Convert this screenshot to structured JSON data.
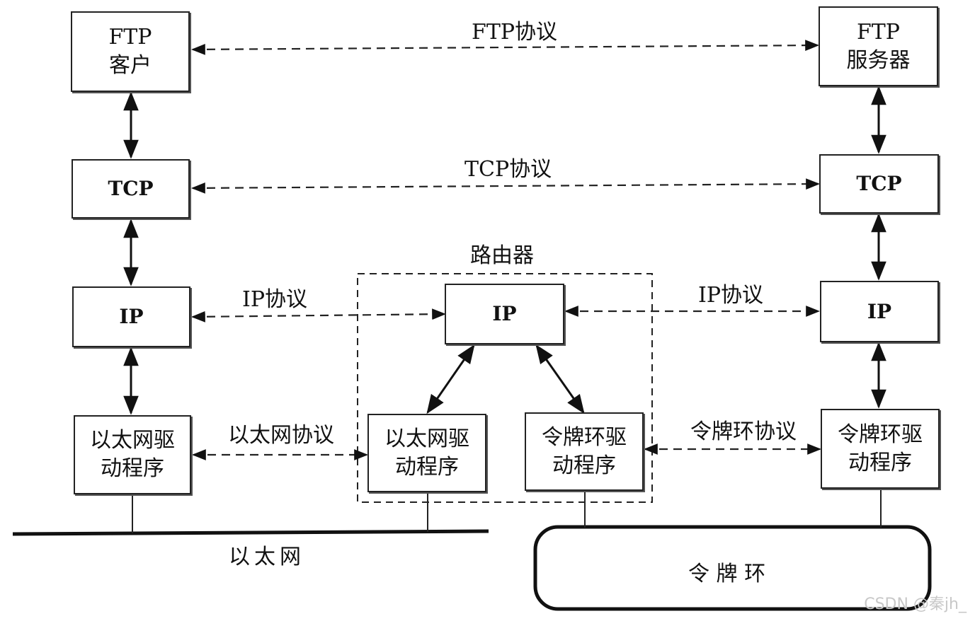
{
  "nodes": {
    "ftp_client": [
      "FTP",
      "客户"
    ],
    "ftp_server": [
      "FTP",
      "服务器"
    ],
    "tcp_left": "TCP",
    "tcp_right": "TCP",
    "ip_left": "IP",
    "ip_router": "IP",
    "ip_right": "IP",
    "eth_driver_left": [
      "以太网驱",
      "动程序"
    ],
    "eth_driver_router": [
      "以太网驱",
      "动程序"
    ],
    "token_driver_router": [
      "令牌环驱",
      "动程序"
    ],
    "token_driver_right": [
      "令牌环驱",
      "动程序"
    ]
  },
  "labels": {
    "ftp_protocol": "FTP协议",
    "tcp_protocol": "TCP协议",
    "router": "路由器",
    "ip_protocol_left": "IP协议",
    "ip_protocol_right": "IP协议",
    "ethernet_protocol": "以太网协议",
    "token_ring_protocol": "令牌环协议",
    "ethernet": "以太网",
    "token_ring": "令 牌 环"
  },
  "watermark": "CSDN @秦jh_"
}
